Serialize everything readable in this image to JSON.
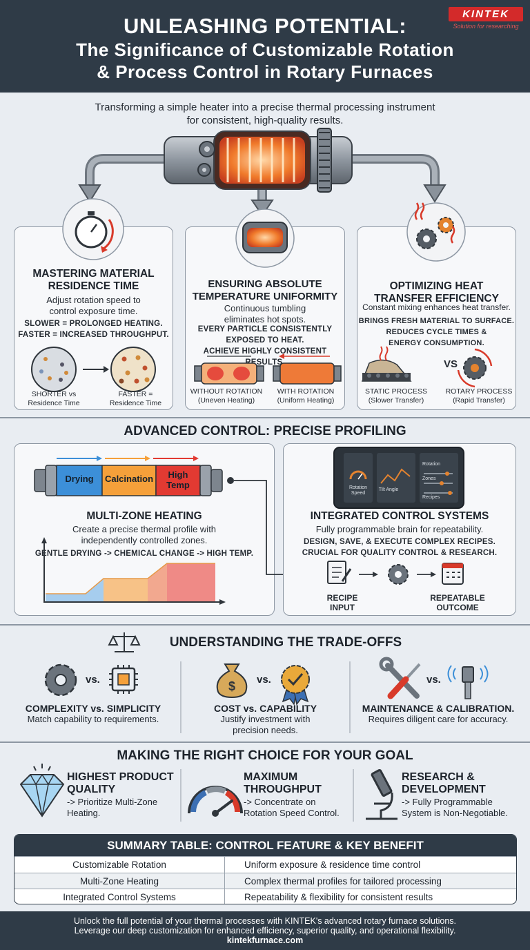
{
  "header": {
    "title": "UNLEASHING POTENTIAL:",
    "subtitle_line1": "The Significance of Customizable Rotation",
    "subtitle_line2": "& Process Control in Rotary Furnaces",
    "logo_text": "KINTEK",
    "logo_tagline": "Solution for researching"
  },
  "intro": {
    "line1": "Transforming a simple heater into a precise thermal processing instrument",
    "line2": "for consistent, high-quality results."
  },
  "cards": {
    "residence": {
      "title_line1": "MASTERING MATERIAL",
      "title_line2": "RESIDENCE TIME",
      "text_line1": "Adjust rotation speed to",
      "text_line2": "control exposure time.",
      "bold_line1": "SLOWER = PROLONGED HEATING.",
      "bold_line2": "FASTER = INCREASED THROUGHPUT.",
      "cap_left_1": "SHORTER vs",
      "cap_left_2": "Residence Time",
      "cap_right_1": "FASTER =",
      "cap_right_2": "Residence Time"
    },
    "uniformity": {
      "title_line1": "ENSURING ABSOLUTE",
      "title_line2": "TEMPERATURE UNIFORMITY",
      "text_line1": "Continuous tumbling",
      "text_line2": "eliminates hot spots.",
      "bold_line1": "EVERY PARTICLE CONSISTENTLY",
      "bold_line2": "EXPOSED TO HEAT.",
      "bold_line3": "ACHIEVE HIGHLY CONSISTENT RESULTS.",
      "cap_left_1": "WITHOUT ROTATION",
      "cap_left_2": "(Uneven Heating)",
      "cap_right_1": "WITH ROTATION",
      "cap_right_2": "(Uniform Heating)"
    },
    "heat": {
      "title_line1": "OPTIMIZING HEAT",
      "title_line2": "TRANSFER EFFICIENCY",
      "text_line1": "Constant mixing enhances heat transfer.",
      "bold_line1": "BRINGS FRESH MATERIAL TO SURFACE.",
      "bold_line2": "REDUCES CYCLE TIMES &",
      "bold_line3": "ENERGY CONSUMPTION.",
      "vs": "VS",
      "cap_left_1": "STATIC PROCESS",
      "cap_left_2": "(Slower Transfer)",
      "cap_right_1": "ROTARY PROCESS",
      "cap_right_2": "(Rapid Transfer)"
    }
  },
  "advanced": {
    "title": "ADVANCED CONTROL: PRECISE PROFILING",
    "zones": [
      "Drying",
      "Calcination",
      "High Temp"
    ],
    "multizone": {
      "title": "MULTI-ZONE HEATING",
      "text_line1": "Create a precise thermal profile with",
      "text_line2": "independently controlled zones.",
      "bold_line": "GENTLE DRYING -> CHEMICAL CHANGE -> HIGH TEMP."
    },
    "integrated": {
      "title": "INTEGRATED CONTROL SYSTEMS",
      "text_line1": "Fully programmable brain for repeatability.",
      "bold_line1": "DESIGN, SAVE, & EXECUTE COMPLEX RECIPES.",
      "bold_line2": "CRUCIAL FOR QUALITY CONTROL & RESEARCH.",
      "screen_label1": "Rotation Speed",
      "screen_label2": "Tilt Angle",
      "screen_label3": "Rotation",
      "screen_label4": "Zones",
      "screen_label5": "Recipes",
      "flow_left_1": "RECIPE",
      "flow_left_2": "INPUT",
      "flow_right_1": "REPEATABLE",
      "flow_right_2": "OUTCOME"
    }
  },
  "tradeoffs": {
    "title": "UNDERSTANDING THE TRADE-OFFS",
    "vs": "vs.",
    "items": [
      {
        "title": "COMPLEXITY vs. SIMPLICITY",
        "text1": "Match capability to requirements.",
        "text2": ""
      },
      {
        "title": "COST vs. CAPABILITY",
        "text1": "Justify investment with",
        "text2": "precision needs."
      },
      {
        "title": "MAINTENANCE & CALIBRATION.",
        "text1": "Requires diligent care for accuracy.",
        "text2": ""
      }
    ],
    "dollar": "$"
  },
  "choice": {
    "title": "MAKING THE RIGHT CHOICE FOR YOUR GOAL",
    "goals": [
      {
        "h1": "HIGHEST PRODUCT",
        "h2": "QUALITY",
        "t1": "-> Prioritize Multi-Zone",
        "t2": "Heating."
      },
      {
        "h1": "MAXIMUM",
        "h2": "THROUGHPUT",
        "t1": "-> Concentrate on",
        "t2": "Rotation Speed Control."
      },
      {
        "h1": "RESEARCH &",
        "h2": "DEVELOPMENT",
        "t1": "-> Fully Programmable",
        "t2": "System is Non-Negotiable."
      }
    ]
  },
  "summary_table": {
    "title": "SUMMARY TABLE: CONTROL FEATURE & KEY BENEFIT",
    "rows": [
      [
        "Customizable Rotation",
        "Uniform exposure & residence time control"
      ],
      [
        "Multi-Zone Heating",
        "Complex thermal profiles for tailored processing"
      ],
      [
        "Integrated Control Systems",
        "Repeatability & flexibility for consistent results"
      ]
    ]
  },
  "footer": {
    "line1": "Unlock the full potential of your thermal processes with KINTEK's advanced rotary furnace solutions.",
    "line2": "Leverage our deep customization for enhanced efficiency, superior quality, and operational flexibility.",
    "link": "kintekfurnace.com"
  },
  "colors": {
    "header_bg": "#2f3b47",
    "brand_red": "#d32a2a",
    "heat_orange": "#f07a2b",
    "zone_blue": "#3c8fd8",
    "zone_orange": "#f5a03a",
    "zone_red": "#e23a32"
  }
}
